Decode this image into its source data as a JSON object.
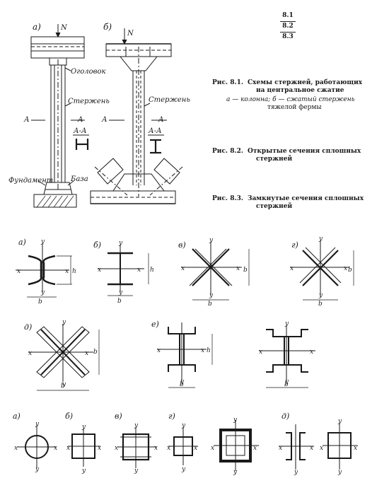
{
  "page_numbers": [
    "8.1",
    "8.2",
    "8.3"
  ],
  "captions": [
    {
      "label": "Рис. 8.1.",
      "lines": [
        "Схемы стержней, работающих",
        "на центральное сжатие"
      ]
    },
    {
      "label": "Рис. 8.2.",
      "lines": [
        "Открытые сечения сплошных",
        "стержней"
      ]
    },
    {
      "label": "Рис. 8.3.",
      "lines": [
        "Замкнутые сечения сплошных",
        "стержней"
      ]
    }
  ],
  "legend_8_1": [
    "а — колонна; б — сжатый стержень",
    "тяжелой фермы"
  ],
  "fig1": {
    "panel_a": "а)",
    "panel_b": "б)",
    "force": "N",
    "labels": {
      "head": "Оголовок",
      "rod": "Стержень",
      "foundation": "Фундамент",
      "base": "База",
      "section_mark": "А",
      "section": "А-А"
    }
  },
  "fig2": {
    "panels": [
      "а)",
      "б)",
      "в)",
      "г)",
      "д)",
      "е)"
    ],
    "axis_x": "x",
    "axis_y": "y",
    "dim_b": "b",
    "dim_h": "h"
  },
  "fig3": {
    "panels": [
      "а)",
      "б)",
      "в)",
      "г)",
      "д)"
    ],
    "axis_x": "x",
    "axis_y": "y"
  },
  "colors": {
    "ink": "#1a1a1a",
    "paper": "#ffffff"
  }
}
